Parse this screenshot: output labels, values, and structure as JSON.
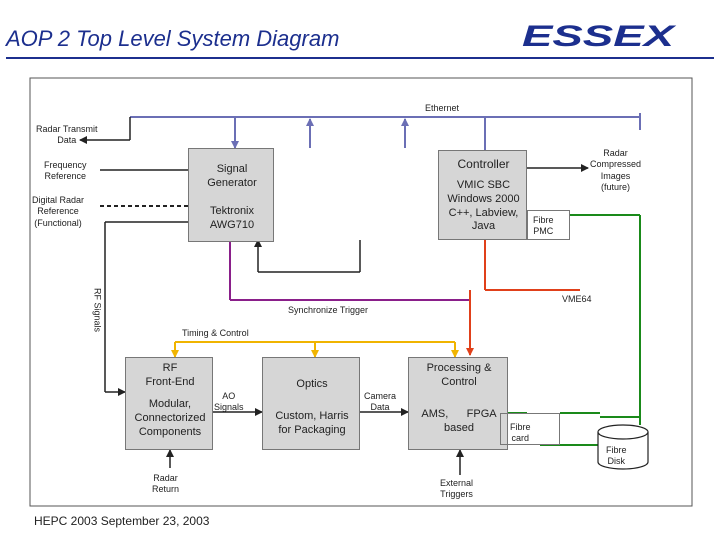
{
  "header": {
    "title": "AOP 2 Top Level System Diagram",
    "logo_text": "ESSEX",
    "brand_color": "#1c2f8e"
  },
  "footer": "HEPC 2003 September 23, 2003",
  "labels": {
    "ethernet": "Ethernet",
    "radar_transmit": "Radar Transmit\nData",
    "frequency_reference": "Frequency\nReference",
    "digital_radar": "Digital Radar\nReference\n(Functional)",
    "rf_signals": "RF Signals",
    "synchronize_trigger": "Synchronize Trigger",
    "vme64": "VME64",
    "timing_control": "Timing & Control",
    "ao_signals": "AO\nSignals",
    "camera_data": "Camera\nData",
    "radar_compressed": "Radar\nCompressed\nImages\n(future)",
    "fibre_pmc": "Fibre\nPMC",
    "fibre_card": "Fibre\ncard",
    "fibre_disk": "Fibre\nDisk",
    "radar_return": "Radar\nReturn",
    "external_triggers": "External\nTriggers"
  },
  "boxes": {
    "signal_generator": {
      "line1": "Signal\nGenerator",
      "line2": "Tektronix\nAWG710"
    },
    "controller": {
      "title": "Controller",
      "body": "VMIC SBC\nWindows 2000\nC++, Labview,\nJava"
    },
    "rf": {
      "title": "RF\nFront-End",
      "body": "Modular,\nConnectorized\nComponents"
    },
    "optics": {
      "title": "Optics",
      "body": "Custom, Harris\nfor Packaging"
    },
    "processing": {
      "title": "Processing &\nControl",
      "body": "AMS,      FPGA\nbased"
    }
  },
  "colors": {
    "ethernet_line": "#6b6fb5",
    "sync_line": "#8a1f8a",
    "vme_line": "#e0401a",
    "timing_line": "#f0b400",
    "fibre_line": "#1a8a1a",
    "wire": "#222222",
    "box_fill": "#d6d6d6"
  }
}
